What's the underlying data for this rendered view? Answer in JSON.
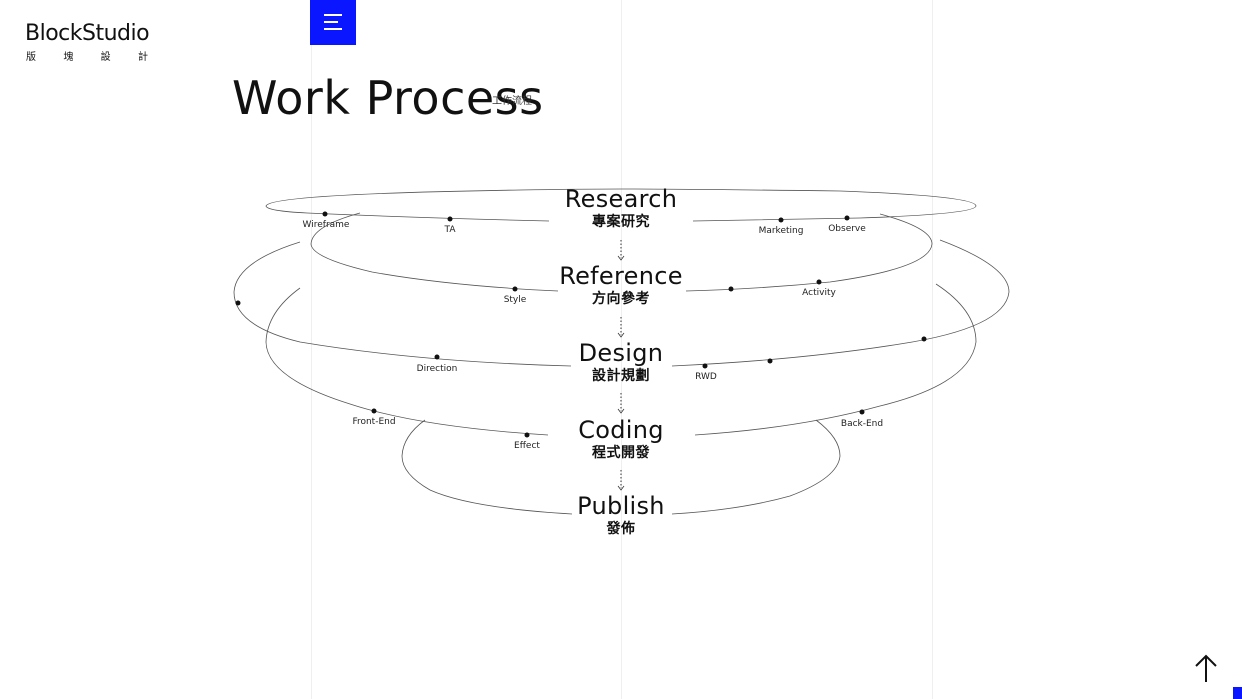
{
  "logo": {
    "name": "BlockStudio",
    "sub_chars": [
      "版",
      "塊",
      "設",
      "計"
    ]
  },
  "menu": {
    "icon": "hamburger-icon"
  },
  "heading": {
    "title": "Work Process",
    "subtitle": "工作流程"
  },
  "process": {
    "steps": [
      {
        "en": "Research",
        "zh": "專案研究"
      },
      {
        "en": "Reference",
        "zh": "方向參考"
      },
      {
        "en": "Design",
        "zh": "設計規劃"
      },
      {
        "en": "Coding",
        "zh": "程式開發"
      },
      {
        "en": "Publish",
        "zh": "發佈"
      }
    ],
    "tags": [
      "Wireframe",
      "TA",
      "Marketing",
      "Observe",
      "Style",
      "Activity",
      "Direction",
      "RWD",
      "Front-End",
      "Effect",
      "Back-End"
    ]
  },
  "scroll_top": {
    "icon": "arrow-up-icon"
  },
  "colors": {
    "accent": "#0a16ff",
    "text": "#111111",
    "line": "#555555",
    "guide": "#efefef"
  }
}
